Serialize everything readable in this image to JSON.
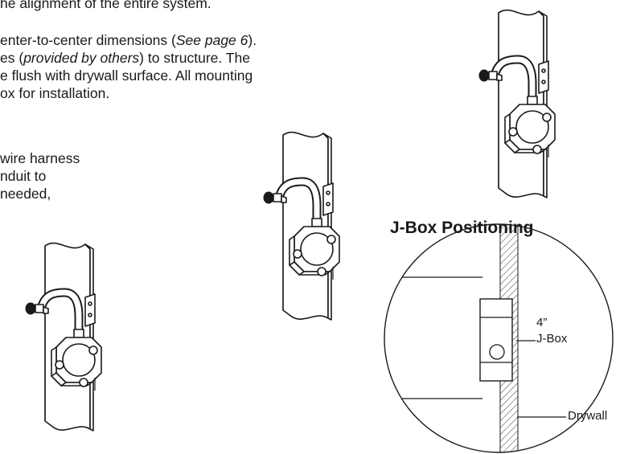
{
  "instructions": {
    "line_0": "he alignment of the entire system.",
    "line_1": {
      "pre": "enter-to-center dimensions (",
      "italic": "See page 6",
      "post": ")."
    },
    "line_2": {
      "pre": "es (",
      "italic": "provided by others",
      "post": ") to structure. The"
    },
    "line_3": "e flush with drywall surface. All mounting",
    "line_4": "ox for installation.",
    "line_5": "wire harness",
    "line_6": "nduit to",
    "line_7": "needed,"
  },
  "detail": {
    "heading": "J-Box Positioning",
    "label_size": "4”",
    "label_jbox": "J-Box",
    "label_drywall": "Drywall"
  }
}
